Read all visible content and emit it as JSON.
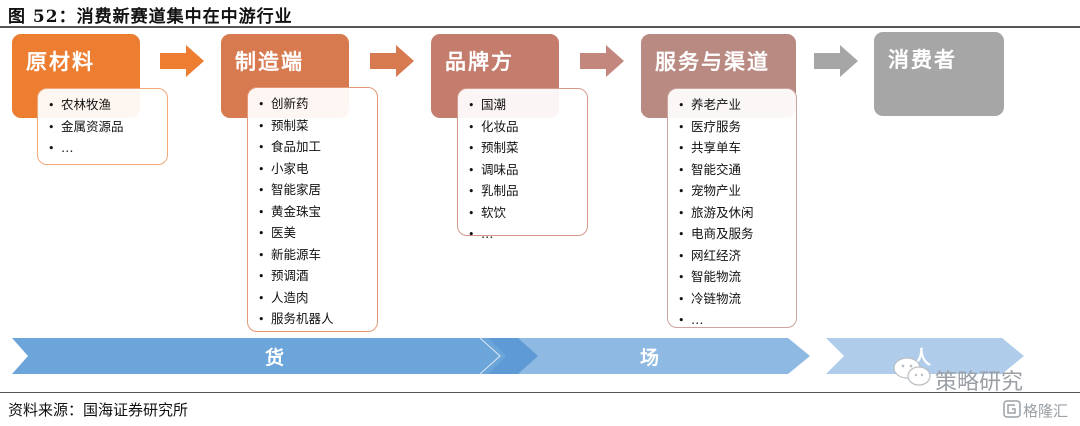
{
  "title": "图 52：消费新赛道集中在中游行业",
  "source": "资料来源：国海证券研究所",
  "colors": {
    "raw": "#ED7D31",
    "mfg": "#D87A50",
    "brand": "#C47C6C",
    "service": "#B98A82",
    "consumer": "#A6A6A6",
    "band_dark": "#6BA5DA",
    "band_mid": "#8DB9E2",
    "band_light": "#AFCDEA"
  },
  "stages": [
    {
      "label": "原材料",
      "items": [
        "农林牧渔",
        "金属资源品",
        "…"
      ]
    },
    {
      "label": "制造端",
      "items": [
        "创新药",
        "预制菜",
        "食品加工",
        "小家电",
        "智能家居",
        "黄金珠宝",
        "医美",
        "新能源车",
        "预调酒",
        "人造肉",
        "服务机器人",
        "…"
      ]
    },
    {
      "label": "品牌方",
      "items": [
        "国潮",
        "化妆品",
        "预制菜",
        "调味品",
        "乳制品",
        "软饮",
        "…"
      ]
    },
    {
      "label": "服务与渠道",
      "items": [
        "养老产业",
        "医疗服务",
        "共享单车",
        "智能交通",
        "宠物产业",
        "旅游及休闲",
        "电商及服务",
        "网红经济",
        "智能物流",
        "冷链物流",
        "…"
      ]
    },
    {
      "label": "消费者",
      "items": []
    }
  ],
  "bands": [
    {
      "label": "货"
    },
    {
      "label": "场"
    },
    {
      "label": "人"
    }
  ],
  "watermarks": {
    "wechat": "策略研究",
    "gelonghui": "格隆汇"
  }
}
